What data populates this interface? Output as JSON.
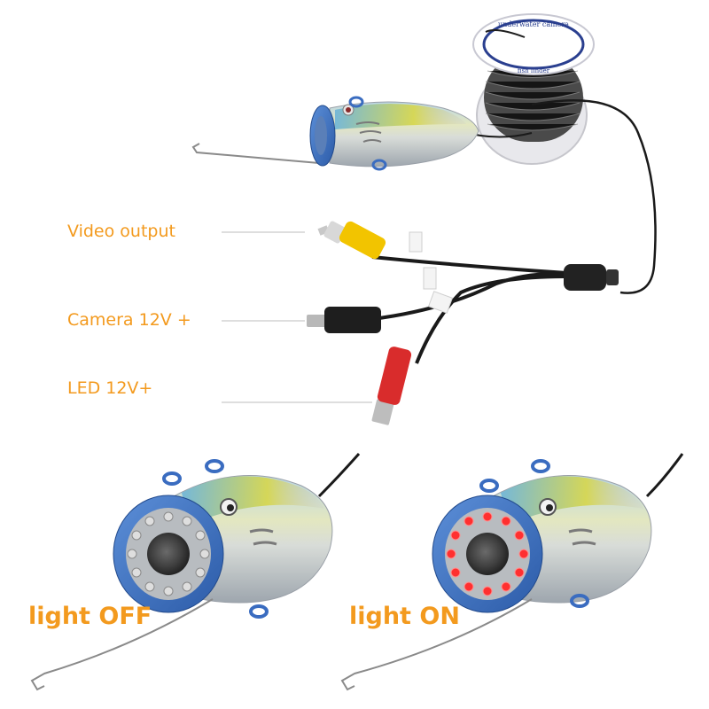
{
  "labels": {
    "video_output": "Video output",
    "camera_power": "Camera 12V +",
    "led_power": "LED 12V+"
  },
  "captions": {
    "left": "light OFF",
    "right": "light ON"
  },
  "reel_label": {
    "top": "underwater camera",
    "bottom": "fish finder"
  },
  "colors": {
    "callout_text": "#f39a1e",
    "camera_ring": "#3a72c4",
    "led_on": "#ff3030",
    "rca_yellow": "#f2c400",
    "rca_red": "#d92c2c"
  }
}
